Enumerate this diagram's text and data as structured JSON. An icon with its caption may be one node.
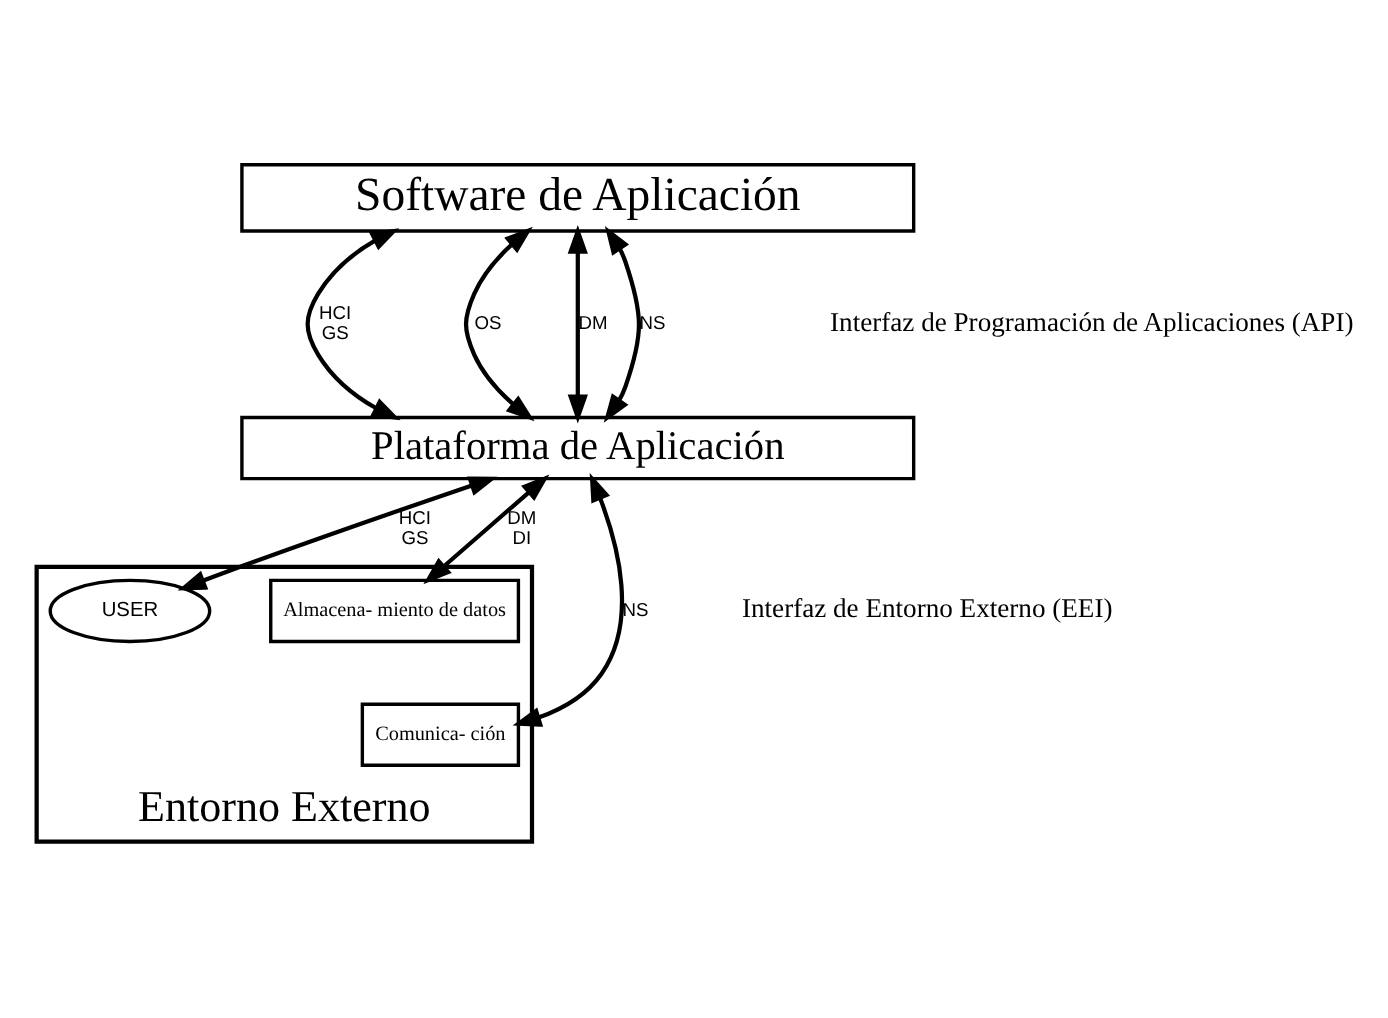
{
  "diagram": {
    "nodes": [
      {
        "text": [
          "Software de Aplicación"
        ]
      },
      {
        "text": [
          "Plataforma de Aplicación"
        ]
      },
      {
        "text": [
          "Entorno Externo"
        ]
      },
      {
        "text": [
          "USER"
        ],
        "in": 2
      },
      {
        "text": [
          "Almacena- miento de datos"
        ],
        "in": 2
      },
      {
        "text": [
          "Comunica- ción"
        ],
        "in": 2
      }
    ],
    "edges": [
      {
        "from": 0,
        "to": 1,
        "arrow": "both",
        "label": "HCI GS"
      },
      {
        "from": 0,
        "to": 1,
        "arrow": "both",
        "label": "OS"
      },
      {
        "from": 0,
        "to": 1,
        "arrow": "both",
        "label": "DM"
      },
      {
        "from": 0,
        "to": 1,
        "arrow": "both",
        "label": "NS"
      },
      {
        "from": 1,
        "to": 3,
        "arrow": "both",
        "label": "HCI GS"
      },
      {
        "from": 1,
        "to": 4,
        "arrow": "both",
        "label": "DM DI"
      },
      {
        "from": 1,
        "to": 5,
        "arrow": "both",
        "label": "NS"
      }
    ],
    "labels": [
      "Interfaz de Programación de Aplicaciones (API)",
      "Interfaz de Entorno Externo (EEI)"
    ]
  }
}
